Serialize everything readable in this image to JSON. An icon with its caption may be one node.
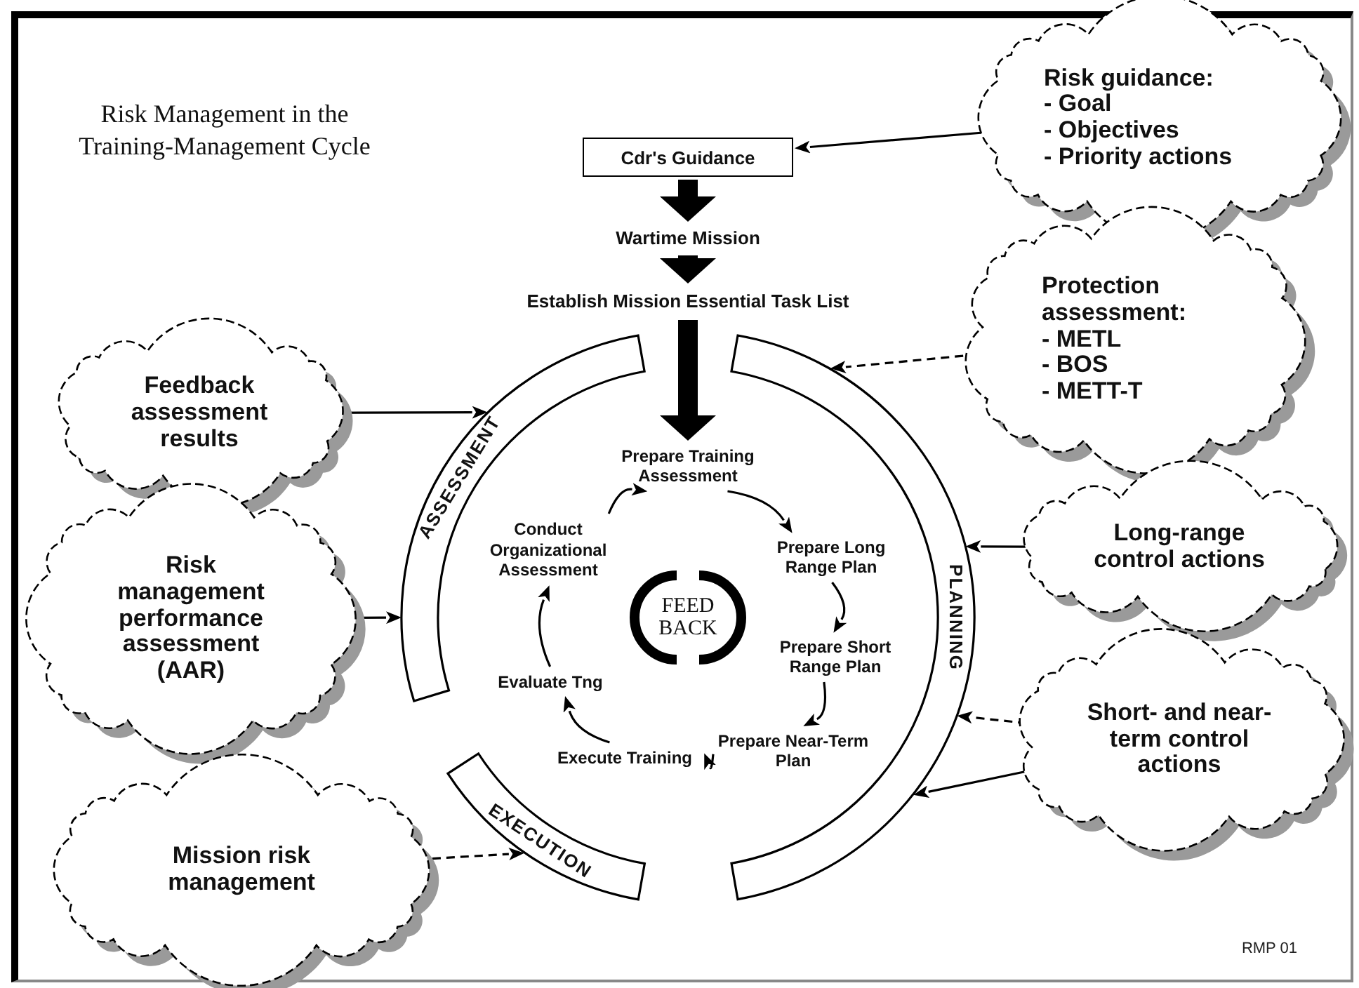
{
  "diagram": {
    "title": "Risk Management in the Training-Management Cycle",
    "nodes": [
      {
        "text": [
          "Cdr's Guidance"
        ]
      },
      {
        "text": [
          "Wartime Mission"
        ]
      },
      {
        "text": [
          "Establish Mission Essential Task List"
        ]
      },
      {
        "text": [
          "ASSESSMENT"
        ]
      },
      {
        "text": [
          "PLANNING"
        ]
      },
      {
        "text": [
          "EXECUTION"
        ]
      },
      {
        "text": [
          "Prepare Training Assessment"
        ]
      },
      {
        "text": [
          "Prepare Long Range Plan"
        ]
      },
      {
        "text": [
          "Prepare Short Range Plan"
        ]
      },
      {
        "text": [
          "Prepare Near-Term Plan"
        ]
      },
      {
        "text": [
          "Execute Training"
        ]
      },
      {
        "text": [
          "Evaluate Tng"
        ]
      },
      {
        "text": [
          "Conduct Organizational Assessment"
        ]
      },
      {
        "text": [
          "FEED BACK"
        ]
      },
      {
        "text": [
          "Risk guidance:",
          "- Goal",
          "- Objectives",
          "- Priority actions"
        ]
      },
      {
        "text": [
          "Protection assessment:",
          "- METL",
          "- BOS",
          "- METT-T"
        ]
      },
      {
        "text": [
          "Feedback assessment results"
        ]
      },
      {
        "text": [
          "Long-range control actions"
        ]
      },
      {
        "text": [
          "Risk management performance assessment (AAR)"
        ]
      },
      {
        "text": [
          "Short- and near-term control actions"
        ]
      },
      {
        "text": [
          "Mission risk management"
        ]
      }
    ],
    "edges": [
      {
        "from": 14,
        "to": 0,
        "arrow": "to"
      },
      {
        "from": 0,
        "to": 1,
        "arrow": "to",
        "style": "thick"
      },
      {
        "from": 1,
        "to": 2,
        "arrow": "to",
        "style": "thick"
      },
      {
        "from": 2,
        "to": 6,
        "arrow": "to",
        "style": "thick"
      },
      {
        "from": 15,
        "to": 4,
        "arrow": "to",
        "style": "dashed"
      },
      {
        "from": 16,
        "to": 3,
        "arrow": "to"
      },
      {
        "from": 17,
        "to": 4,
        "arrow": "to"
      },
      {
        "from": 18,
        "to": 3,
        "arrow": "to"
      },
      {
        "from": 19,
        "to": 4,
        "arrow": "to",
        "style": "dashed"
      },
      {
        "from": 19,
        "to": 4,
        "arrow": "to"
      },
      {
        "from": 20,
        "to": 5,
        "arrow": "to",
        "style": "dashed"
      },
      {
        "from": 12,
        "to": 6,
        "arrow": "to"
      },
      {
        "from": 6,
        "to": 7,
        "arrow": "to"
      },
      {
        "from": 7,
        "to": 8,
        "arrow": "to"
      },
      {
        "from": 8,
        "to": 9,
        "arrow": "to"
      },
      {
        "from": 9,
        "to": 10,
        "arrow": "to"
      },
      {
        "from": 10,
        "to": 11,
        "arrow": "to"
      },
      {
        "from": 11,
        "to": 12,
        "arrow": "to"
      }
    ],
    "labels": [
      "RMP 01"
    ]
  }
}
